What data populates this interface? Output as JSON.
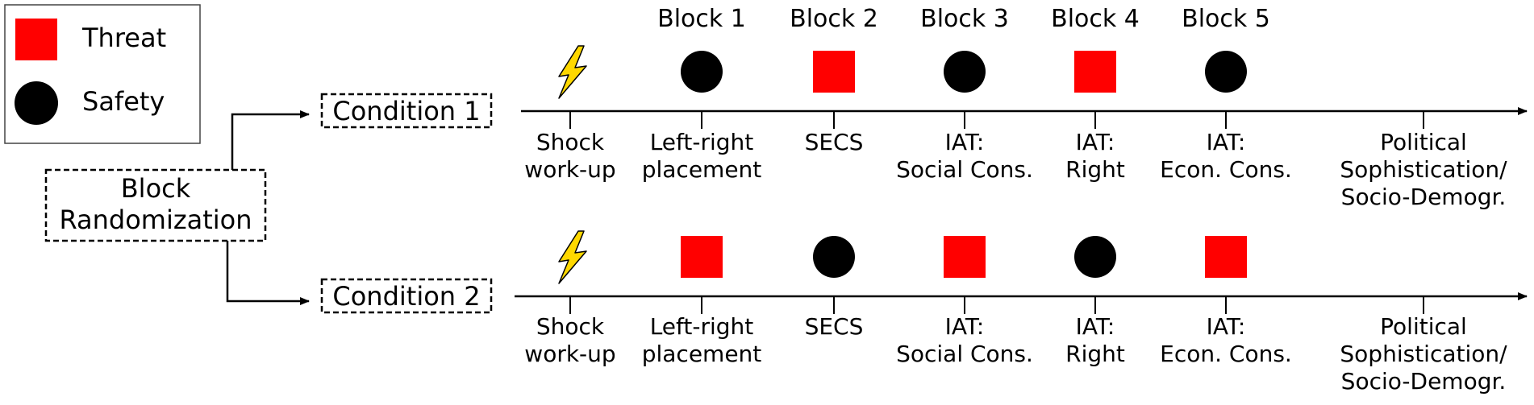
{
  "colors": {
    "threat": "#ff0000",
    "safety": "#000000",
    "bolt": "#ffd800",
    "line": "#000000"
  },
  "legend": {
    "threat_label": "Threat",
    "safety_label": "Safety"
  },
  "randomization": {
    "line1": "Block",
    "line2": "Randomization"
  },
  "blocks": [
    "Block 1",
    "Block 2",
    "Block 3",
    "Block 4",
    "Block 5"
  ],
  "tasks": [
    {
      "lines": [
        "Shock",
        "work-up"
      ]
    },
    {
      "lines": [
        "Left-right",
        "placement"
      ]
    },
    {
      "lines": [
        "SECS"
      ]
    },
    {
      "lines": [
        "IAT:",
        "Social Cons."
      ]
    },
    {
      "lines": [
        "IAT:",
        "Right"
      ]
    },
    {
      "lines": [
        "IAT:",
        "Econ. Cons."
      ]
    },
    {
      "lines": [
        "Political",
        "Sophistication/",
        "Socio-Demogr."
      ]
    }
  ],
  "conditions": [
    {
      "label": "Condition 1",
      "sequence": [
        "shock",
        "safety",
        "threat",
        "safety",
        "threat",
        "safety"
      ]
    },
    {
      "label": "Condition 2",
      "sequence": [
        "shock",
        "threat",
        "safety",
        "threat",
        "safety",
        "threat"
      ]
    }
  ]
}
